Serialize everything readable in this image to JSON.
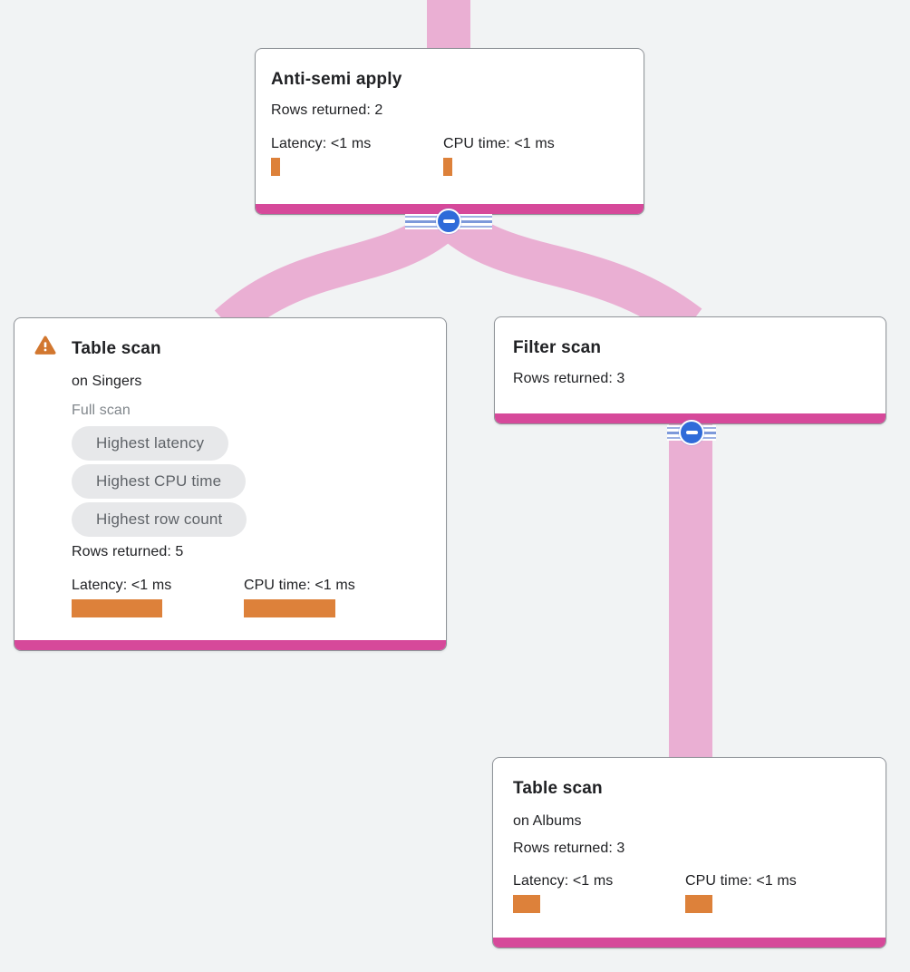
{
  "colors": {
    "background": "#f1f3f4",
    "edge_pink": "#eaafd3",
    "node_accent_magenta": "#d6499a",
    "metric_bar_orange": "#dd813a",
    "collapse_blue": "#2f6bd9",
    "warning_orange": "#d2772f",
    "badge_background": "#e7e8ea",
    "badge_text": "#5f6368"
  },
  "nodes": {
    "anti_semi_apply": {
      "title": "Anti-semi apply",
      "rows_returned": "Rows returned: 2",
      "latency_label": "Latency: <1 ms",
      "latency_bar_style": "width:10px;height:20px",
      "cpu_label": "CPU time: <1 ms",
      "cpu_bar_style": "width:10px;height:20px"
    },
    "table_scan_singers": {
      "title": "Table scan",
      "subtitle": "on Singers",
      "scan_type": "Full scan",
      "badges": [
        "Highest latency",
        "Highest CPU time",
        "Highest row count"
      ],
      "rows_returned": "Rows returned: 5",
      "latency_label": "Latency: <1 ms",
      "latency_bar_style": "width:100px;height:20px",
      "cpu_label": "CPU time: <1 ms",
      "cpu_bar_style": "width:101px;height:20px"
    },
    "filter_scan": {
      "title": "Filter scan",
      "rows_returned": "Rows returned: 3"
    },
    "table_scan_albums": {
      "title": "Table scan",
      "subtitle": "on Albums",
      "rows_returned": "Rows returned: 3",
      "latency_label": "Latency: <1 ms",
      "latency_bar_style": "width:30px;height:20px",
      "cpu_label": "CPU time: <1 ms",
      "cpu_bar_style": "width:30px;height:20px"
    }
  }
}
